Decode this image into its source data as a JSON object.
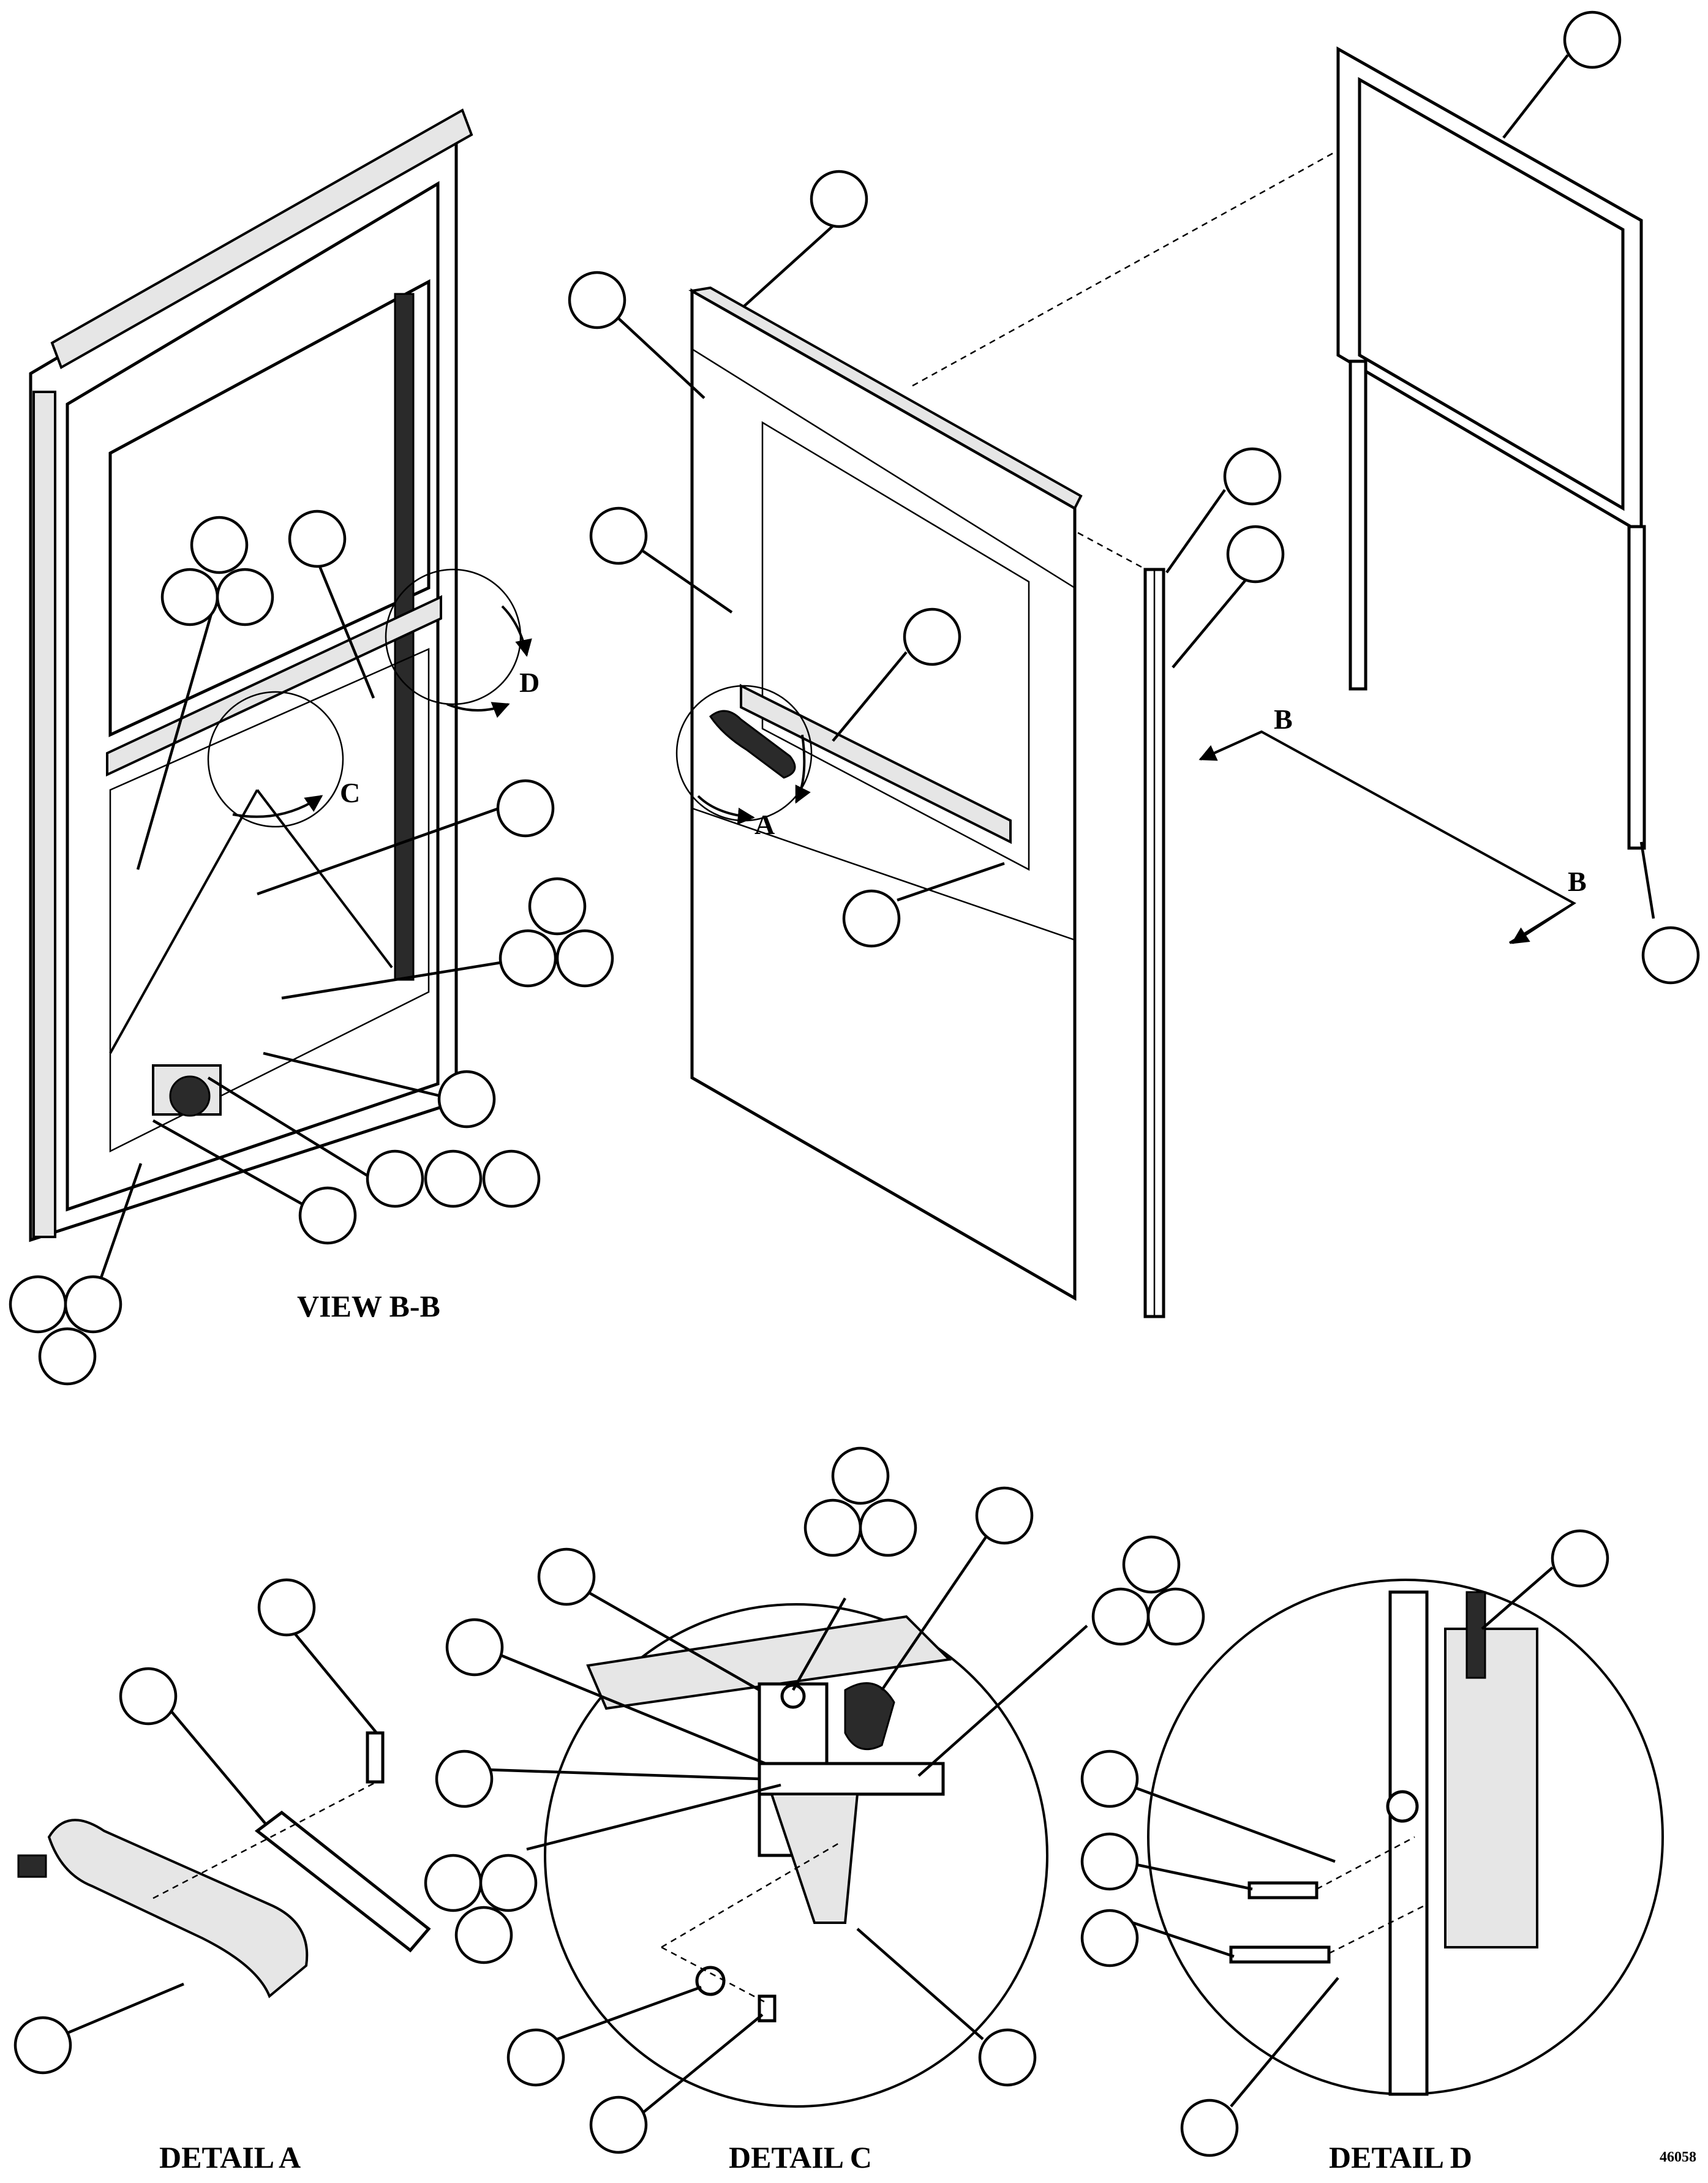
{
  "figure_number": "46058",
  "views": {
    "view_bb": {
      "title": "VIEW B-B"
    },
    "detail_a": {
      "title": "DETAIL A"
    },
    "detail_c": {
      "title": "DETAIL C"
    },
    "detail_d": {
      "title": "DETAIL D"
    }
  },
  "detail_markers": {
    "a": "A",
    "b_top": "B",
    "b_bottom": "B",
    "c": "C",
    "d": "D"
  }
}
